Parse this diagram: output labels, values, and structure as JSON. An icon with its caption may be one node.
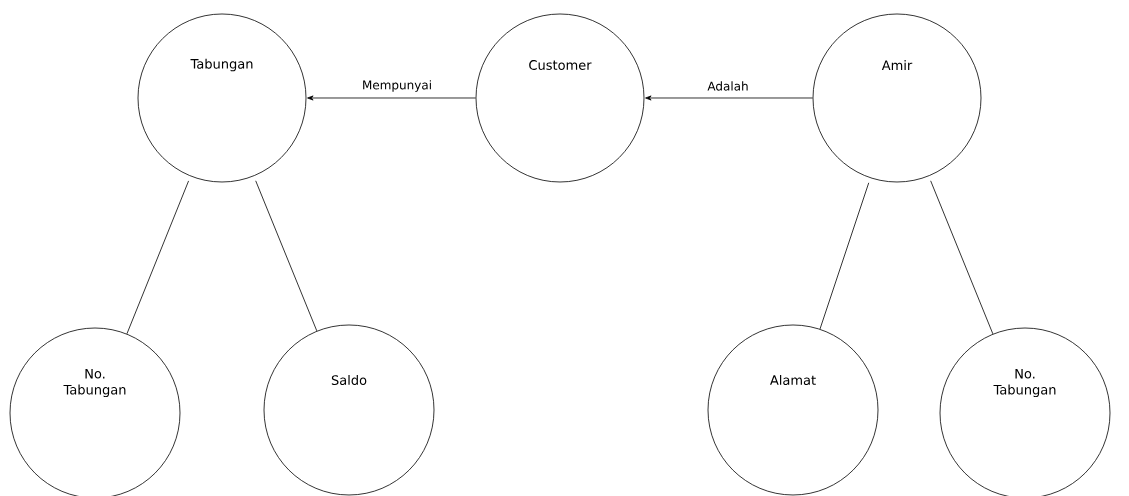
{
  "diagram": {
    "nodes": [
      {
        "text": [
          "Tabungan"
        ]
      },
      {
        "text": [
          "Customer"
        ]
      },
      {
        "text": [
          "Amir"
        ]
      },
      {
        "text": [
          "No. Tabungan"
        ]
      },
      {
        "text": [
          "Saldo"
        ]
      },
      {
        "text": [
          "Alamat"
        ]
      },
      {
        "text": [
          "No. Tabungan"
        ]
      }
    ],
    "edges": [
      {
        "from": 1,
        "to": 0,
        "arrow": "to",
        "label": "Mempunyai"
      },
      {
        "from": 2,
        "to": 1,
        "arrow": "to",
        "label": "Adalah"
      },
      {
        "from": 0,
        "to": 3,
        "arrow": "none"
      },
      {
        "from": 0,
        "to": 4,
        "arrow": "none"
      },
      {
        "from": 2,
        "to": 5,
        "arrow": "none"
      },
      {
        "from": 2,
        "to": 6,
        "arrow": "none"
      }
    ]
  }
}
